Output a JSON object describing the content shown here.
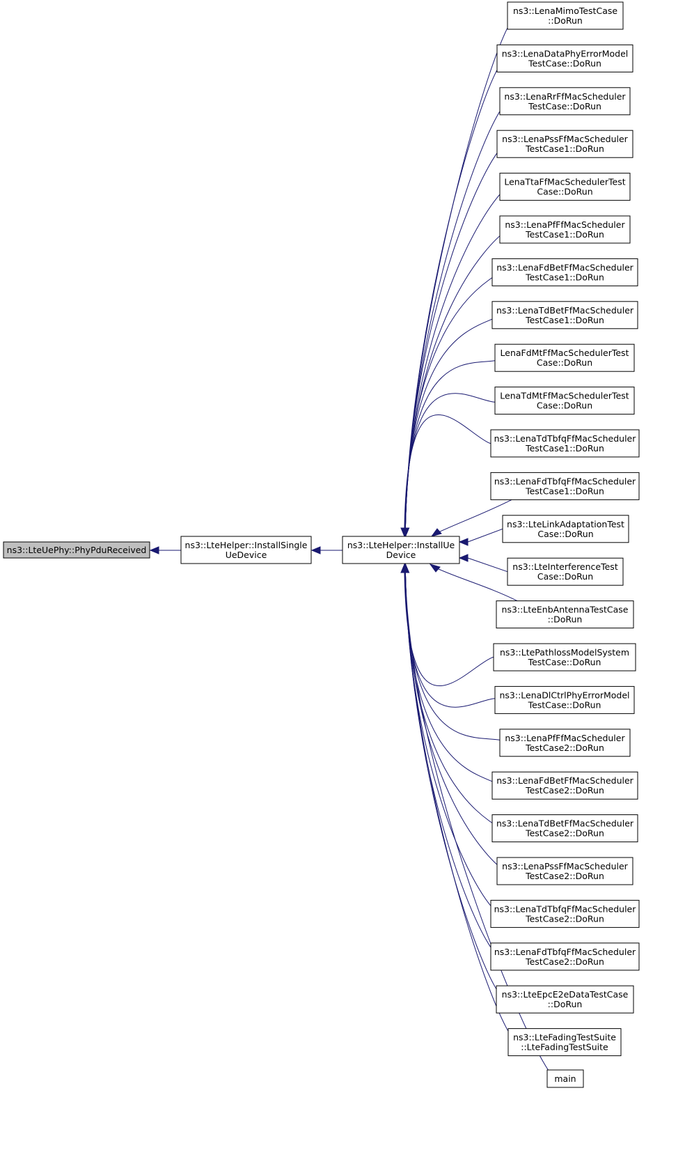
{
  "graph": {
    "root": {
      "lines": [
        "ns3::LteUePhy::PhyPduReceived"
      ]
    },
    "middle": {
      "lines": [
        "ns3::LteHelper::InstallSingle",
        "UeDevice"
      ]
    },
    "hub": {
      "lines": [
        "ns3::LteHelper::InstallUe",
        "Device"
      ]
    },
    "callers": [
      {
        "lines": [
          "ns3::LenaMimoTestCase",
          "::DoRun"
        ]
      },
      {
        "lines": [
          "ns3::LenaDataPhyErrorModel",
          "TestCase::DoRun"
        ]
      },
      {
        "lines": [
          "ns3::LenaRrFfMacScheduler",
          "TestCase::DoRun"
        ]
      },
      {
        "lines": [
          "ns3::LenaPssFfMacScheduler",
          "TestCase1::DoRun"
        ]
      },
      {
        "lines": [
          "LenaTtaFfMacSchedulerTest",
          "Case::DoRun"
        ]
      },
      {
        "lines": [
          "ns3::LenaPfFfMacScheduler",
          "TestCase1::DoRun"
        ]
      },
      {
        "lines": [
          "ns3::LenaFdBetFfMacScheduler",
          "TestCase1::DoRun"
        ]
      },
      {
        "lines": [
          "ns3::LenaTdBetFfMacScheduler",
          "TestCase1::DoRun"
        ]
      },
      {
        "lines": [
          "LenaFdMtFfMacSchedulerTest",
          "Case::DoRun"
        ]
      },
      {
        "lines": [
          "LenaTdMtFfMacSchedulerTest",
          "Case::DoRun"
        ]
      },
      {
        "lines": [
          "ns3::LenaTdTbfqFfMacScheduler",
          "TestCase1::DoRun"
        ]
      },
      {
        "lines": [
          "ns3::LenaFdTbfqFfMacScheduler",
          "TestCase1::DoRun"
        ]
      },
      {
        "lines": [
          "ns3::LteLinkAdaptationTest",
          "Case::DoRun"
        ]
      },
      {
        "lines": [
          "ns3::LteInterferenceTest",
          "Case::DoRun"
        ]
      },
      {
        "lines": [
          "ns3::LteEnbAntennaTestCase",
          "::DoRun"
        ]
      },
      {
        "lines": [
          "ns3::LtePathlossModelSystem",
          "TestCase::DoRun"
        ]
      },
      {
        "lines": [
          "ns3::LenaDlCtrlPhyErrorModel",
          "TestCase::DoRun"
        ]
      },
      {
        "lines": [
          "ns3::LenaPfFfMacScheduler",
          "TestCase2::DoRun"
        ]
      },
      {
        "lines": [
          "ns3::LenaFdBetFfMacScheduler",
          "TestCase2::DoRun"
        ]
      },
      {
        "lines": [
          "ns3::LenaTdBetFfMacScheduler",
          "TestCase2::DoRun"
        ]
      },
      {
        "lines": [
          "ns3::LenaPssFfMacScheduler",
          "TestCase2::DoRun"
        ]
      },
      {
        "lines": [
          "ns3::LenaTdTbfqFfMacScheduler",
          "TestCase2::DoRun"
        ]
      },
      {
        "lines": [
          "ns3::LenaFdTbfqFfMacScheduler",
          "TestCase2::DoRun"
        ]
      },
      {
        "lines": [
          "ns3::LteEpcE2eDataTestCase",
          "::DoRun"
        ]
      },
      {
        "lines": [
          "ns3::LteFadingTestSuite",
          "::LteFadingTestSuite"
        ]
      },
      {
        "lines": [
          "main"
        ]
      }
    ],
    "colors": {
      "edge": "#191970",
      "root_fill": "#bfbfbf",
      "node_fill": "#ffffff",
      "border": "#000000"
    }
  }
}
